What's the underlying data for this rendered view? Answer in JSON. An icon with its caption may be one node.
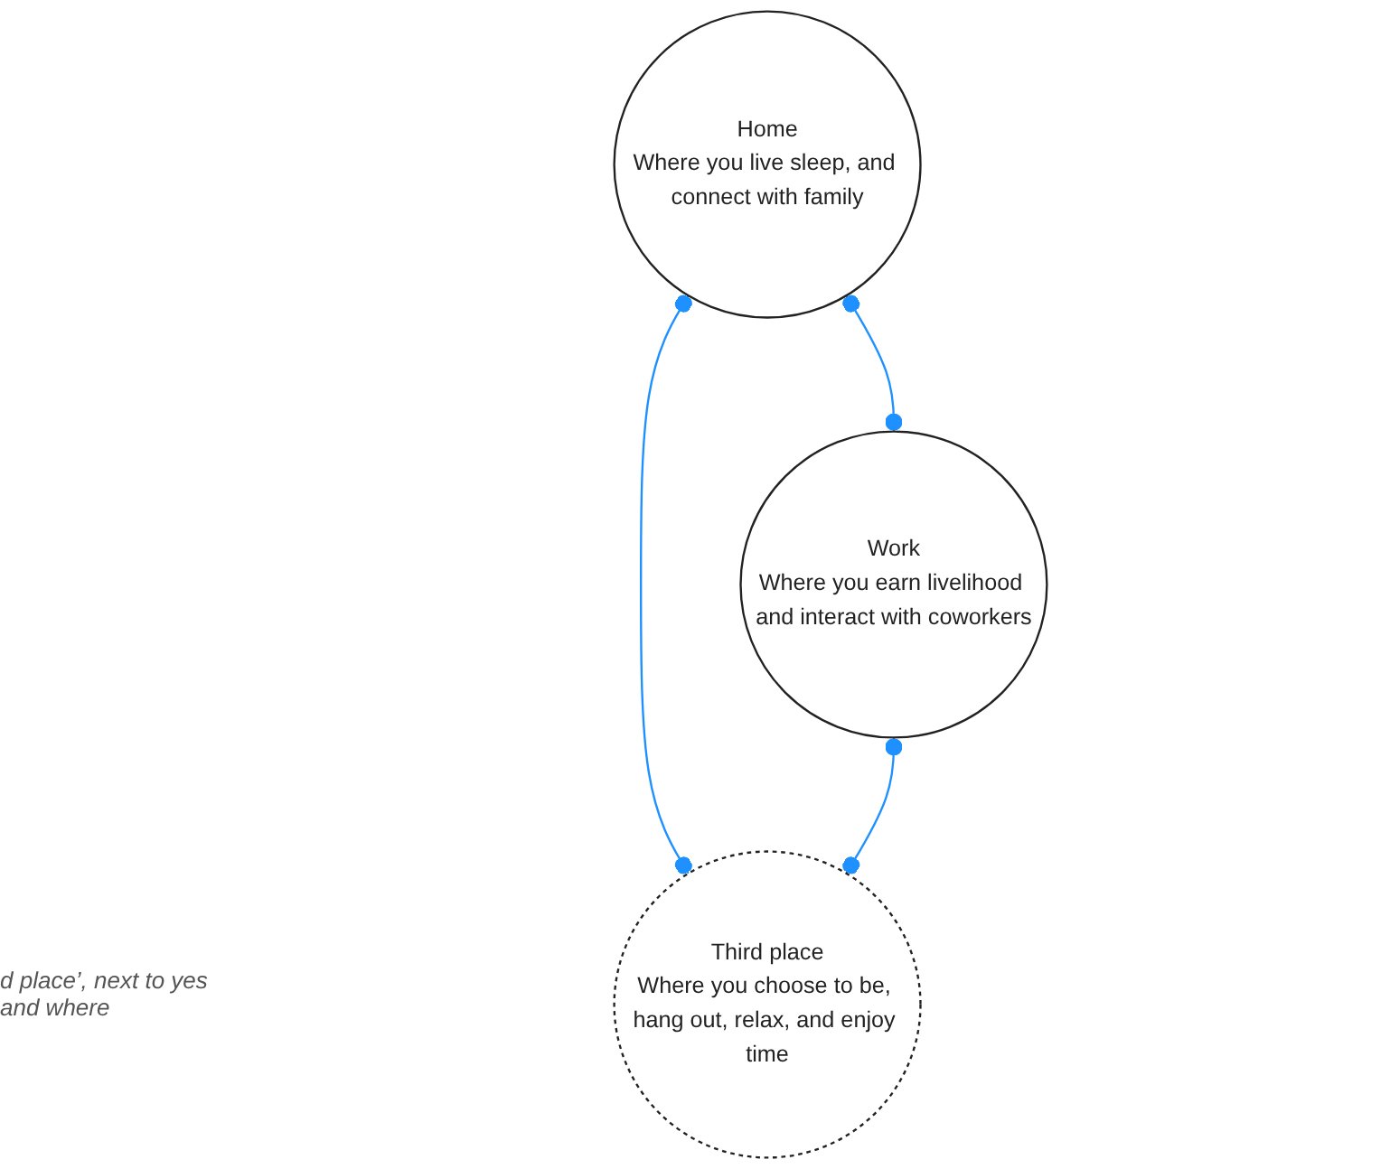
{
  "diagram": {
    "nodes": [
      {
        "text": [
          "Home",
          "Where you live sleep, and connect with family"
        ]
      },
      {
        "text": [
          "Work",
          "Where you earn livelihood and interact with coworkers"
        ]
      },
      {
        "text": [
          "Third place",
          "Where you choose to be, hang out, relax, and enjoy time"
        ]
      }
    ],
    "edges": [
      {
        "from": 0,
        "to": 1,
        "arrow": "other",
        "color": "#1e90ff"
      },
      {
        "from": 0,
        "to": 2,
        "arrow": "other",
        "color": "#1e90ff"
      },
      {
        "from": 1,
        "to": 2,
        "arrow": "other",
        "color": "#1e90ff"
      }
    ],
    "labels": [
      "d place’, next to yes and where"
    ]
  }
}
